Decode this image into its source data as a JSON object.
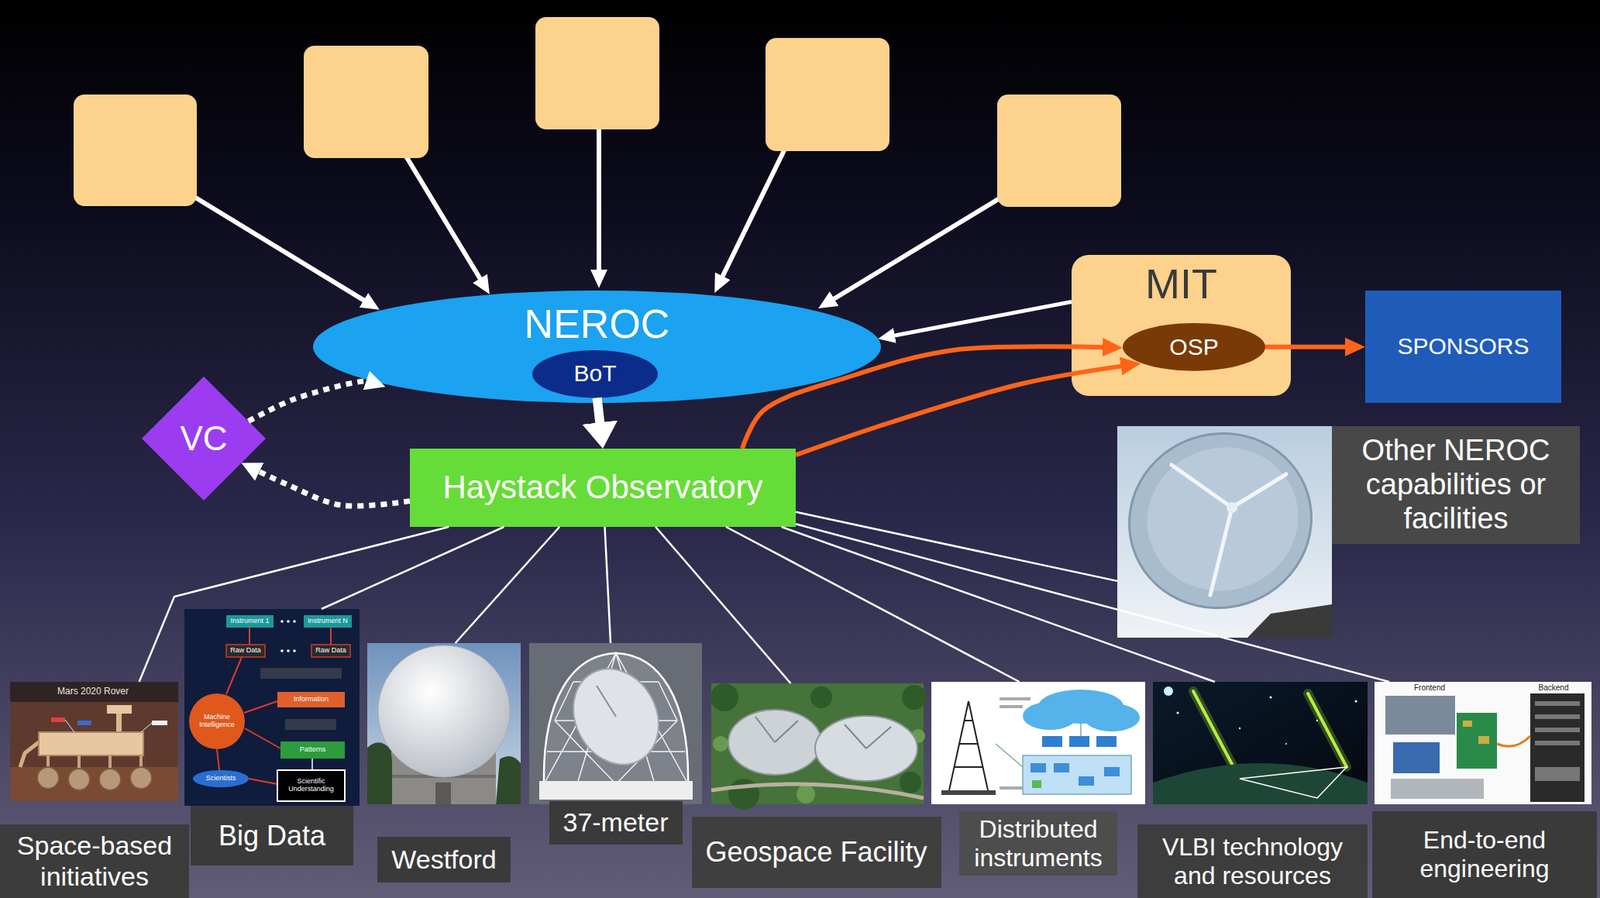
{
  "diagram": {
    "nodes": [
      {
        "text": [
          "NEROC"
        ]
      },
      {
        "text": [
          "BoT"
        ],
        "in": 0
      },
      {
        "text": [
          "MIT"
        ]
      },
      {
        "text": [
          "OSP"
        ],
        "in": 2
      },
      {
        "text": [
          "SPONSORS"
        ]
      },
      {
        "text": [
          "VC"
        ]
      },
      {
        "text": [
          "Haystack Observatory"
        ]
      },
      {
        "text": [
          "Other NEROC capabilities or facilities"
        ]
      },
      {
        "text": [
          "Space-based initiatives"
        ]
      },
      {
        "text": [
          "Big Data"
        ]
      },
      {
        "text": [
          "Westford"
        ]
      },
      {
        "text": [
          "37-meter"
        ]
      },
      {
        "text": [
          "Geospace Facility"
        ]
      },
      {
        "text": [
          "Distributed instruments"
        ]
      },
      {
        "text": [
          "VLBI technology and resources"
        ]
      },
      {
        "text": [
          "End-to-end engineering"
        ]
      }
    ],
    "edges": [
      {
        "from": 2,
        "to": 0,
        "arrow": "to"
      },
      {
        "from": 1,
        "to": 6,
        "arrow": "to"
      },
      {
        "from": 6,
        "to": 3,
        "arrow": "to"
      },
      {
        "from": 6,
        "to": 3,
        "arrow": "to"
      },
      {
        "from": 3,
        "to": 4,
        "arrow": "to"
      },
      {
        "from": 5,
        "to": 0,
        "arrow": "to"
      },
      {
        "from": 6,
        "to": 5,
        "arrow": "to"
      },
      {
        "from": 6,
        "to": 8,
        "arrow": "none"
      },
      {
        "from": 6,
        "to": 9,
        "arrow": "none"
      },
      {
        "from": 6,
        "to": 10,
        "arrow": "none"
      },
      {
        "from": 6,
        "to": 11,
        "arrow": "none"
      },
      {
        "from": 6,
        "to": 12,
        "arrow": "none"
      },
      {
        "from": 6,
        "to": 13,
        "arrow": "none"
      },
      {
        "from": 6,
        "to": 14,
        "arrow": "none"
      },
      {
        "from": 6,
        "to": 15,
        "arrow": "none"
      },
      {
        "from": 6,
        "to": 7,
        "arrow": "none"
      }
    ],
    "labels": [
      "Mars 2020 Rover",
      "Instrument 1",
      "Instrument N",
      "Raw Data",
      "Raw Data",
      "Machine Intelligence",
      "Information",
      "Patterns",
      "Scientists",
      "Scientific Understanding",
      "Frontend",
      "Backend"
    ]
  }
}
